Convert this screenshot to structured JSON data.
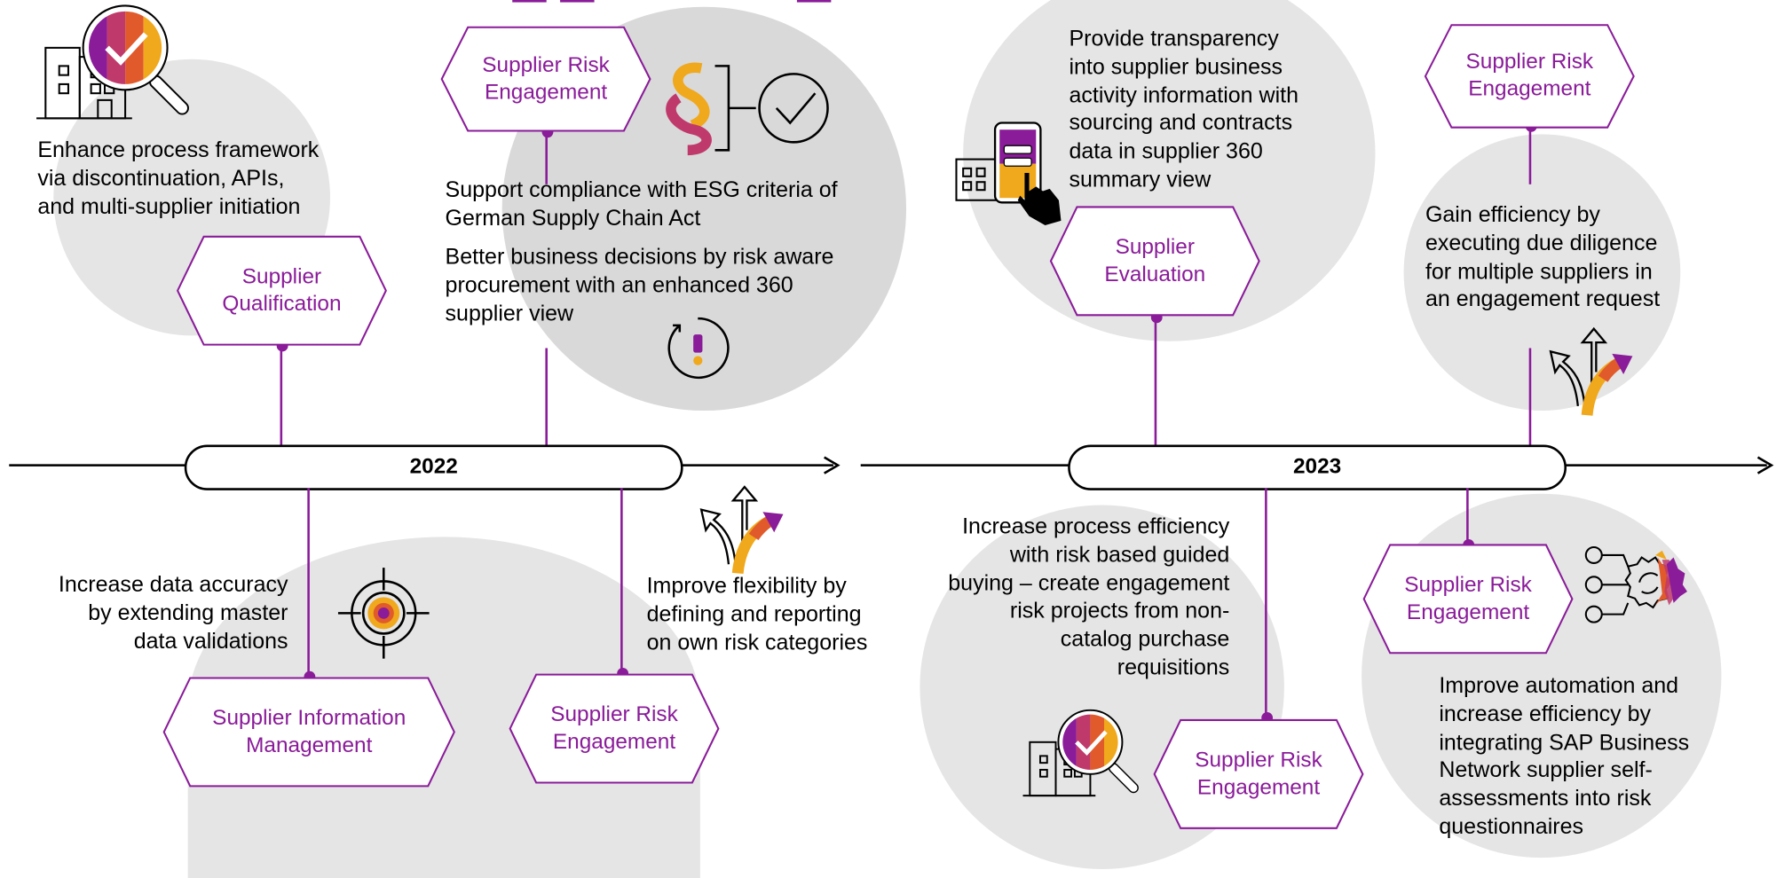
{
  "colors": {
    "purple": "#8a1b99",
    "orange": "#f0a81c",
    "red": "#e05a2b",
    "grey_blob": "#e5e5e5"
  },
  "timeline": {
    "year1": "2022",
    "year2": "2023"
  },
  "items": {
    "qualification": {
      "label": "Supplier\nQualification",
      "text": "Enhance process framework\nvia discontinuation, APIs,\nand multi-supplier initiation"
    },
    "risk_2022_top": {
      "label": "Supplier Risk\nEngagement",
      "text1": "Support compliance with ESG criteria of\nGerman Supply Chain Act",
      "text2": "Better business decisions by risk aware\nprocurement with an enhanced 360\nsupplier view"
    },
    "info_mgmt": {
      "label": "Supplier Information\nManagement",
      "text": "Increase data accuracy\nby extending master\ndata validations"
    },
    "risk_2022_bottom": {
      "label": "Supplier Risk\nEngagement",
      "text": "Improve flexibility by\ndefining and reporting\non own risk categories"
    },
    "evaluation": {
      "label": "Supplier\nEvaluation",
      "text": "Provide transparency\ninto supplier business\nactivity information with\nsourcing and contracts\ndata in supplier 360\nsummary view"
    },
    "risk_2023_top": {
      "label": "Supplier Risk\nEngagement",
      "text": "Gain efficiency by\nexecuting due diligence\nfor multiple suppliers in\nan engagement request"
    },
    "risk_2023_bottom_left": {
      "label": "Supplier Risk\nEngagement",
      "text": "Increase process efficiency\nwith risk based guided\nbuying – create engagement\nrisk projects from non-\ncatalog purchase\nrequisitions"
    },
    "risk_2023_bottom_right": {
      "label": "Supplier Risk\nEngagement",
      "text": "Improve automation and\nincrease efficiency by\nintegrating SAP Business\nNetwork supplier self-\nassessments into risk\nquestionnaires"
    }
  },
  "icons": [
    "building-magnifier-icon",
    "compliance-check-icon",
    "risk-alert-icon",
    "target-icon",
    "split-arrows-icon",
    "mobile-login-icon",
    "automation-gear-icon"
  ]
}
